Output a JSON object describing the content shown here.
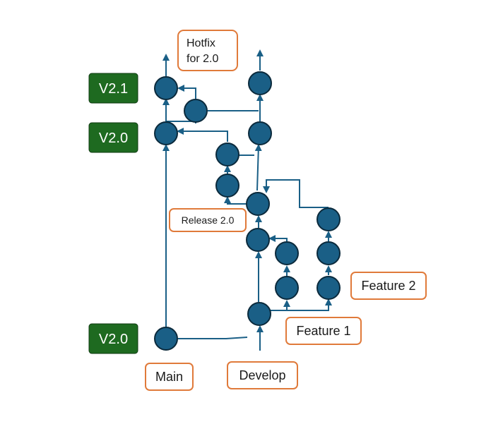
{
  "colors": {
    "commit_fill": "#1a5f86",
    "line": "#1a5f86",
    "tag_fill": "#1e6a20",
    "label_border": "#e07a3a"
  },
  "tags": {
    "v21_top": "V2.1",
    "v20_top": "V2.0",
    "v20_bottom": "V2.0"
  },
  "labels": {
    "hotfix_line1": "Hotfix",
    "hotfix_line2": "for 2.0",
    "release": "Release 2.0",
    "feature2": "Feature 2",
    "feature1": "Feature 1",
    "main": "Main",
    "develop": "Develop"
  }
}
